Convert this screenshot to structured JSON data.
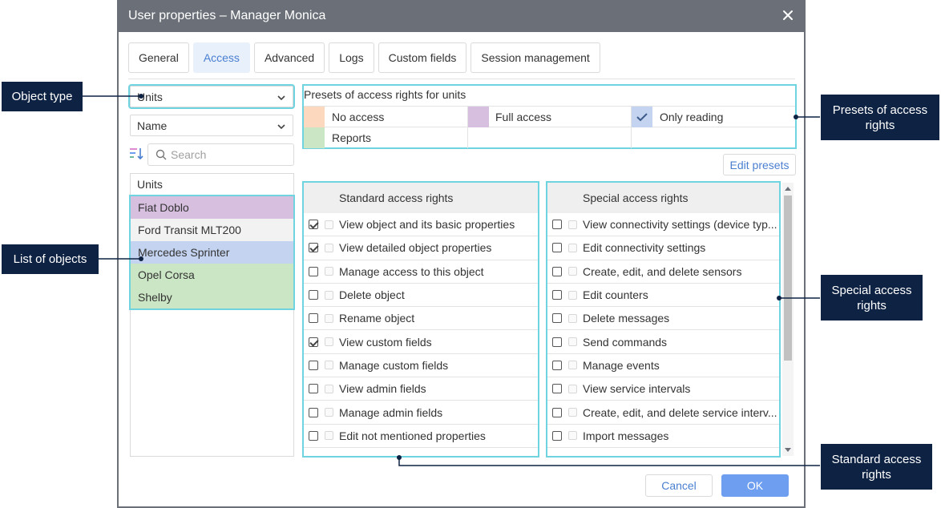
{
  "window": {
    "title": "User properties – Manager Monica"
  },
  "tabs": [
    "General",
    "Access",
    "Advanced",
    "Logs",
    "Custom fields",
    "Session management"
  ],
  "active_tab": "Access",
  "filters": {
    "object_type": "Units",
    "sort_by": "Name",
    "search_placeholder": "Search"
  },
  "objects": {
    "header": "Units",
    "items": [
      {
        "label": "Fiat Doblo",
        "color": "#d7bfe0"
      },
      {
        "label": "Ford Transit MLT200",
        "color": "#f2f2f2"
      },
      {
        "label": "Mercedes Sprinter",
        "color": "#c4d4f0"
      },
      {
        "label": "Opel Corsa",
        "color": "#cbe6c4"
      },
      {
        "label": "Shelby",
        "color": "#cbe6c4"
      }
    ]
  },
  "presets": {
    "title": "Presets of access rights for units",
    "items": [
      {
        "label": "No access",
        "color": "#fcd9be"
      },
      {
        "label": "Full access",
        "color": "#d7bfe0"
      },
      {
        "label": "Only reading",
        "color": "#c4d4f0"
      },
      {
        "label": "Reports",
        "color": "#cbe6c4"
      }
    ],
    "edit_label": "Edit presets"
  },
  "standard_rights": {
    "header": "Standard access rights",
    "items": [
      {
        "label": "View object and its basic properties",
        "checked": true
      },
      {
        "label": "View detailed object properties",
        "checked": true
      },
      {
        "label": "Manage access to this object",
        "checked": false
      },
      {
        "label": "Delete object",
        "checked": false
      },
      {
        "label": "Rename object",
        "checked": false
      },
      {
        "label": "View custom fields",
        "checked": true
      },
      {
        "label": "Manage custom fields",
        "checked": false
      },
      {
        "label": "View admin fields",
        "checked": false
      },
      {
        "label": "Manage admin fields",
        "checked": false
      },
      {
        "label": "Edit not mentioned properties",
        "checked": false
      }
    ]
  },
  "special_rights": {
    "header": "Special access rights",
    "items": [
      {
        "label": "View connectivity settings (device typ...",
        "checked": false
      },
      {
        "label": "Edit connectivity settings",
        "checked": false
      },
      {
        "label": "Create, edit, and delete sensors",
        "checked": false
      },
      {
        "label": "Edit counters",
        "checked": false
      },
      {
        "label": "Delete messages",
        "checked": false
      },
      {
        "label": "Send commands",
        "checked": false
      },
      {
        "label": "Manage events",
        "checked": false
      },
      {
        "label": "View service intervals",
        "checked": false
      },
      {
        "label": "Create, edit, and delete service interv...",
        "checked": false
      },
      {
        "label": "Import messages",
        "checked": false
      }
    ]
  },
  "buttons": {
    "cancel": "Cancel",
    "ok": "OK"
  },
  "callouts": {
    "object_type": "Object type",
    "list_of_objects": "List of objects",
    "presets": "Presets of access rights",
    "special": "Special access rights",
    "standard": "Standard access rights"
  },
  "colors": {
    "accent": "#4a7fd0",
    "highlight": "#6fd4df",
    "callout_bg": "#0e2243",
    "titlebar": "#6b7078",
    "ok_button": "#6e9ef0"
  }
}
